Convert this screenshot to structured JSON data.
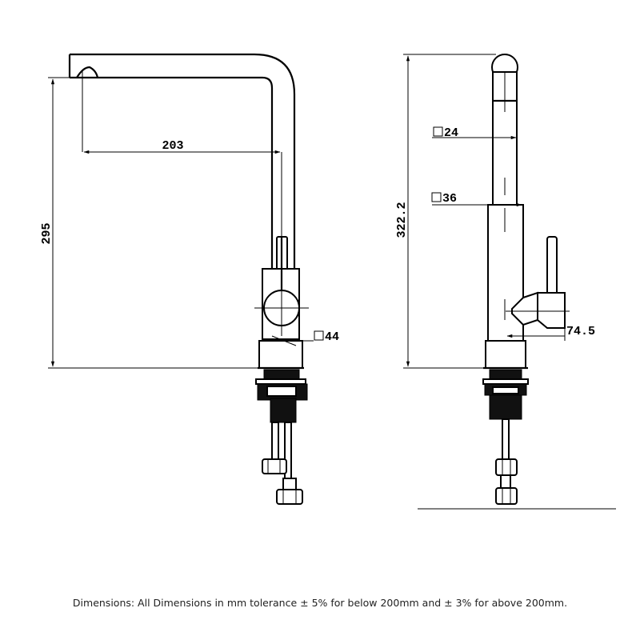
{
  "dimensions": {
    "spout_reach": "203",
    "overall_height_front": "295",
    "body_square": "44",
    "overall_height_side": "322.2",
    "spout_square": "24",
    "column_square": "36",
    "lever_offset": "74.5"
  },
  "footer": {
    "note": "Dimensions: All Dimensions in mm tolerance ± 5% for below 200mm and ± 3% for above 200mm."
  }
}
